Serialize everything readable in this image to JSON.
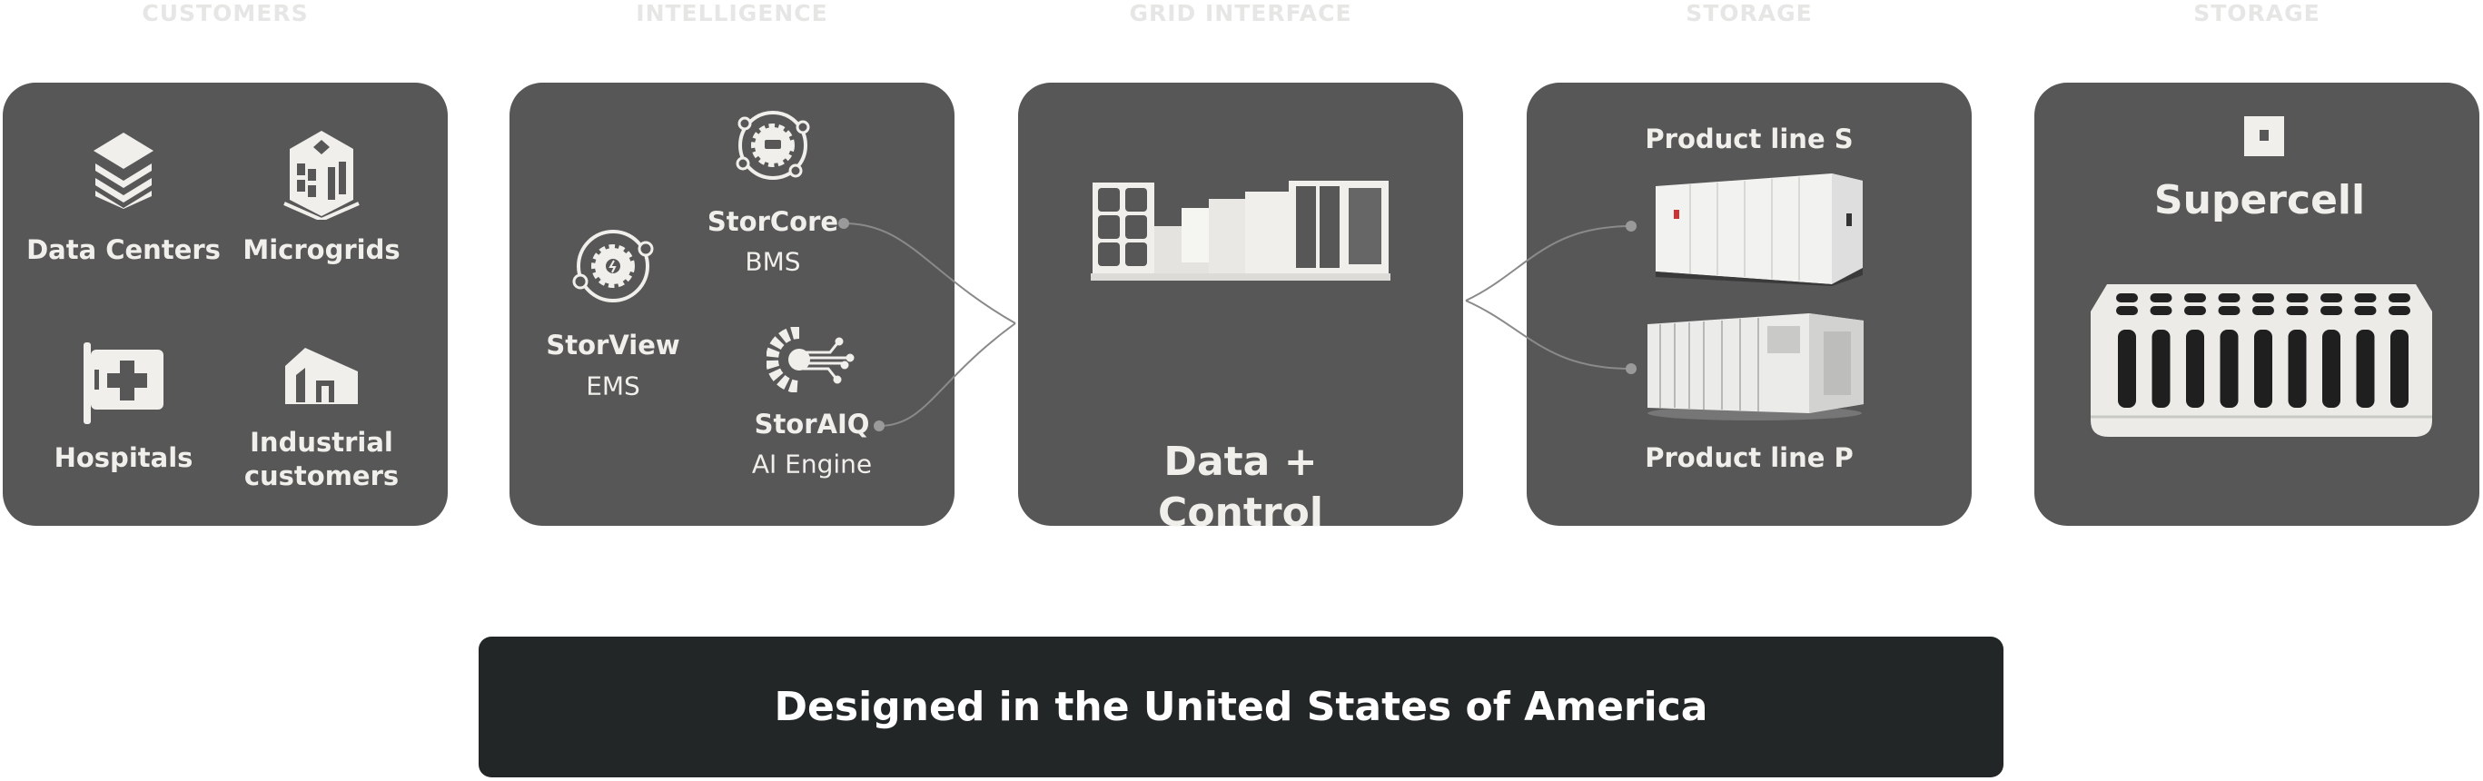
{
  "headers": [
    "CUSTOMERS",
    "INTELLIGENCE",
    "GRID INTERFACE",
    "STORAGE",
    "STORAGE"
  ],
  "customers": {
    "items": [
      {
        "label": "Data Centers",
        "icon": "stacked-layers-icon"
      },
      {
        "label": "Microgrids",
        "icon": "building-icon"
      },
      {
        "label": "Hospitals",
        "icon": "hospital-cross-icon"
      },
      {
        "label": "Industrial customers",
        "icon": "factory-icon"
      }
    ]
  },
  "intelligence": {
    "storcore": {
      "name": "StorCore",
      "sub": "BMS",
      "icon": "gear-battery-icon"
    },
    "storview": {
      "name": "StorView",
      "sub": "EMS",
      "icon": "gear-bolt-icon"
    },
    "storaiq": {
      "name": "StorAIQ",
      "sub": "AI Engine",
      "icon": "gear-circuit-icon"
    }
  },
  "grid": {
    "line1": "Data +",
    "line2": "Control",
    "image": "power-equipment-illustration"
  },
  "storage": {
    "product_s": "Product line S",
    "product_p": "Product line P"
  },
  "supercell": {
    "title": "Supercell",
    "icon": "square-logo-icon",
    "image": "battery-cell-module"
  },
  "footer": {
    "text": "Designed in the United States of America"
  },
  "colors": {
    "card": "#575757",
    "footer": "#232626",
    "text": "#f0efeb",
    "header": "#e6e6e4"
  }
}
